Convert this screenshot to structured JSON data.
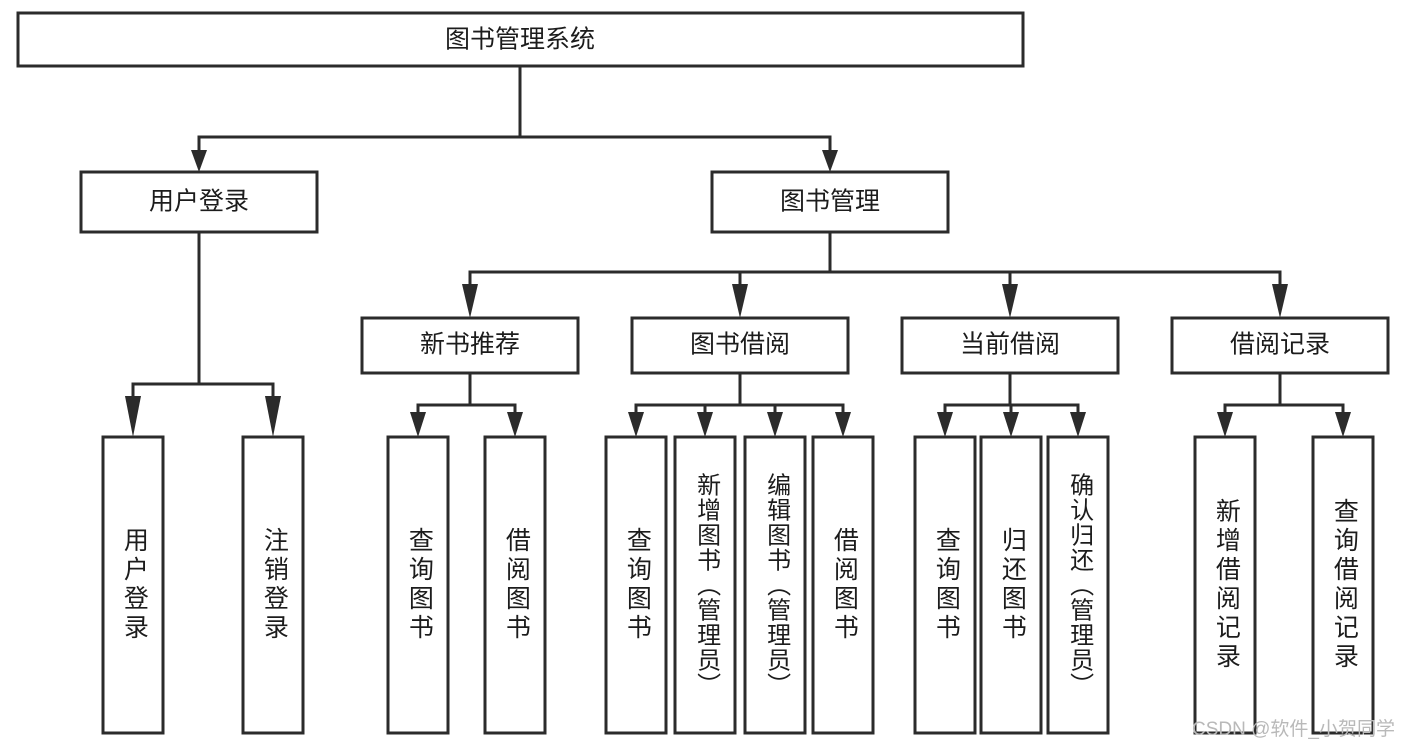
{
  "diagram": {
    "title": "图书管理系统",
    "type": "hierarchy-tree",
    "watermark": "CSDN @软件_小贺同学",
    "colors": {
      "stroke": "#2b2b2b",
      "fill": "#ffffff",
      "text": "#1c1c1c",
      "watermark": "#b9b9b9",
      "background": "#ffffff"
    },
    "root": {
      "label": "图书管理系统"
    },
    "level2": [
      {
        "label": "用户登录"
      },
      {
        "label": "图书管理"
      }
    ],
    "level3": [
      {
        "label": "新书推荐"
      },
      {
        "label": "图书借阅"
      },
      {
        "label": "当前借阅"
      },
      {
        "label": "借阅记录"
      }
    ],
    "leaves": {
      "user_login": [
        {
          "label": "用户登录"
        },
        {
          "label": "注销登录"
        }
      ],
      "new_book_recommend": [
        {
          "label": "查询图书"
        },
        {
          "label": "借阅图书"
        }
      ],
      "book_borrow": [
        {
          "label": "查询图书"
        },
        {
          "label": "新增图书（管理员）"
        },
        {
          "label": "编辑图书（管理员）"
        },
        {
          "label": "借阅图书"
        }
      ],
      "current_borrow": [
        {
          "label": "查询图书"
        },
        {
          "label": "归还图书"
        },
        {
          "label": "确认归还（管理员）"
        }
      ],
      "borrow_record": [
        {
          "label": "新增借阅记录"
        },
        {
          "label": "查询借阅记录"
        }
      ]
    }
  }
}
